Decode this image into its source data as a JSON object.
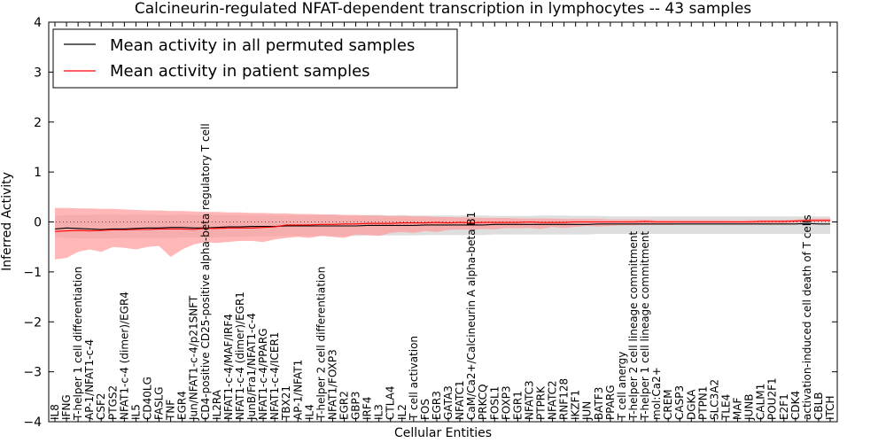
{
  "chart_data": {
    "type": "line",
    "title": "Calcineurin-regulated NFAT-dependent transcription in lymphocytes -- 43 samples",
    "xlabel": "Cellular Entities",
    "ylabel": "Inferred Activity",
    "ylim": [
      -4,
      4
    ],
    "yticks": [
      "4",
      "3",
      "2",
      "1",
      "0",
      "−1",
      "−2",
      "−3",
      "−4"
    ],
    "legend_position": "top-left",
    "grid": false,
    "categories": [
      "IL8",
      "IFNG",
      "T-helper 1 cell differentiation",
      "AP-1/NFAT1-c-4",
      "CSF2",
      "PTGS2",
      "NFAT1-c-4 (dimer)/EGR4",
      "IL5",
      "CD40LG",
      "FASLG",
      "TNF",
      "EGR4",
      "Jun/NFAT1-c-4/p21SNFT",
      "CD4-positive CD25-positive alpha-beta regulatory T cell",
      "IL2RA",
      "NFAT1-c-4/MAF/IRF4",
      "NFAT1-c-4 (dimer)/EGR1",
      "JunB/Fra1/NFAT1-c-4",
      "NFAT1-c-4/PPARG",
      "NFAT1-c-4/ICER1",
      "TBX21",
      "AP-1/NFAT1",
      "IL4",
      "T-helper 2 cell differentiation",
      "NFAT1/FOXP3",
      "EGR2",
      "GBP3",
      "IRF4",
      "IL3",
      "CTLA4",
      "IL2",
      "T cell activation",
      "FOS",
      "EGR3",
      "GATA3",
      "NFATC1",
      "CaM/Ca2+/Calcineurin A alpha-beta B1",
      "PRKCQ",
      "FOSL1",
      "FOXP3",
      "EGR1",
      "NFATC3",
      "PTPRK",
      "NFATC2",
      "RNF128",
      "IKZF1",
      "JUN",
      "BATF3",
      "PPARG",
      "T cell anergy",
      "T-helper 2 cell lineage commitment",
      "T-helper 1 cell lineage commitment",
      "mol:Ca2+",
      "CREM",
      "CASP3",
      "DGKA",
      "PTPN1",
      "SLC3A2",
      "TLE4",
      "MAF",
      "JUNB",
      "CALM1",
      "POU2F1",
      "E2F1",
      "CDK4",
      "activation-induced cell death of T cells",
      "CBLB",
      "ITCH"
    ],
    "series": [
      {
        "name": "Mean activity in all permuted samples",
        "color": "#000000",
        "values": [
          -0.14,
          -0.12,
          -0.13,
          -0.14,
          -0.15,
          -0.14,
          -0.14,
          -0.13,
          -0.12,
          -0.12,
          -0.11,
          -0.11,
          -0.12,
          -0.12,
          -0.11,
          -0.1,
          -0.1,
          -0.09,
          -0.09,
          -0.09,
          -0.08,
          -0.08,
          -0.08,
          -0.08,
          -0.08,
          -0.08,
          -0.08,
          -0.07,
          -0.07,
          -0.07,
          -0.07,
          -0.07,
          -0.06,
          -0.06,
          -0.06,
          -0.06,
          -0.06,
          -0.06,
          -0.05,
          -0.05,
          -0.05,
          -0.05,
          -0.05,
          -0.05,
          -0.05,
          -0.05,
          -0.05,
          -0.04,
          -0.04,
          -0.04,
          -0.04,
          -0.04,
          -0.04,
          -0.04,
          -0.04,
          -0.04,
          -0.04,
          -0.04,
          -0.04,
          -0.04,
          -0.04,
          -0.04,
          -0.04,
          -0.04,
          -0.04,
          -0.03,
          -0.04,
          -0.04
        ],
        "band_upper": [
          0.12,
          0.14,
          0.14,
          0.14,
          0.15,
          0.15,
          0.14,
          0.15,
          0.15,
          0.14,
          0.14,
          0.15,
          0.14,
          0.14,
          0.14,
          0.14,
          0.14,
          0.14,
          0.14,
          0.14,
          0.13,
          0.14,
          0.13,
          0.14,
          0.14,
          0.13,
          0.13,
          0.14,
          0.14,
          0.13,
          0.14,
          0.13,
          0.13,
          0.13,
          0.13,
          0.13,
          0.13,
          0.13,
          0.12,
          0.12,
          0.12,
          0.12,
          0.13,
          0.13,
          0.13,
          0.12,
          0.12,
          0.12,
          0.11,
          0.11,
          0.11,
          0.11,
          0.11,
          0.11,
          0.11,
          0.11,
          0.11,
          0.11,
          0.11,
          0.11,
          0.11,
          0.11,
          0.11,
          0.11,
          0.11,
          0.11,
          0.11,
          0.11
        ],
        "band_lower": [
          -0.3,
          -0.32,
          -0.33,
          -0.33,
          -0.33,
          -0.33,
          -0.32,
          -0.32,
          -0.32,
          -0.32,
          -0.32,
          -0.31,
          -0.31,
          -0.31,
          -0.31,
          -0.3,
          -0.3,
          -0.3,
          -0.29,
          -0.29,
          -0.28,
          -0.28,
          -0.28,
          -0.28,
          -0.28,
          -0.28,
          -0.28,
          -0.27,
          -0.27,
          -0.27,
          -0.27,
          -0.27,
          -0.26,
          -0.26,
          -0.26,
          -0.26,
          -0.26,
          -0.26,
          -0.25,
          -0.25,
          -0.25,
          -0.25,
          -0.25,
          -0.25,
          -0.25,
          -0.25,
          -0.25,
          -0.24,
          -0.24,
          -0.24,
          -0.24,
          -0.24,
          -0.24,
          -0.24,
          -0.24,
          -0.24,
          -0.24,
          -0.24,
          -0.24,
          -0.24,
          -0.24,
          -0.24,
          -0.24,
          -0.24,
          -0.24,
          -0.24,
          -0.24,
          -0.24
        ]
      },
      {
        "name": "Mean activity in patient samples",
        "color": "#ff0000",
        "values": [
          -0.19,
          -0.18,
          -0.17,
          -0.18,
          -0.17,
          -0.16,
          -0.16,
          -0.15,
          -0.15,
          -0.14,
          -0.14,
          -0.14,
          -0.15,
          -0.13,
          -0.13,
          -0.12,
          -0.12,
          -0.12,
          -0.11,
          -0.1,
          -0.06,
          -0.06,
          -0.06,
          -0.05,
          -0.05,
          -0.04,
          -0.04,
          -0.03,
          -0.03,
          -0.03,
          -0.02,
          -0.02,
          -0.02,
          -0.01,
          -0.02,
          -0.01,
          -0.02,
          -0.01,
          -0.01,
          -0.01,
          -0.01,
          0,
          -0.01,
          -0.01,
          -0.01,
          0,
          0,
          0,
          0,
          0,
          0,
          0.01,
          0,
          0,
          0,
          0,
          0,
          0,
          0,
          0,
          0,
          0.01,
          0.01,
          0.01,
          0.02,
          0.03,
          0.03,
          0.03
        ],
        "band_upper": [
          0.28,
          0.28,
          0.27,
          0.27,
          0.26,
          0.26,
          0.25,
          0.24,
          0.23,
          0.23,
          0.22,
          0.22,
          0.21,
          0.2,
          0.2,
          0.19,
          0.19,
          0.18,
          0.18,
          0.17,
          0.17,
          0.16,
          0.16,
          0.15,
          0.15,
          0.14,
          0.14,
          0.13,
          0.13,
          0.12,
          0.12,
          0.11,
          0.11,
          0.1,
          0.1,
          0.09,
          0.09,
          0.08,
          0.08,
          0.08,
          0.07,
          0.07,
          0.07,
          0.07,
          0.06,
          0.06,
          0.06,
          0.06,
          0.05,
          0.05,
          0.05,
          0.05,
          0.04,
          0.04,
          0.04,
          0.04,
          0.04,
          0.04,
          0.04,
          0.03,
          0.04,
          0.04,
          0.04,
          0.04,
          0.05,
          0.06,
          0.07,
          0.07
        ],
        "band_lower": [
          -0.75,
          -0.72,
          -0.6,
          -0.55,
          -0.6,
          -0.5,
          -0.52,
          -0.55,
          -0.5,
          -0.48,
          -0.7,
          -0.55,
          -0.45,
          -0.4,
          -0.42,
          -0.4,
          -0.38,
          -0.38,
          -0.4,
          -0.35,
          -0.32,
          -0.3,
          -0.32,
          -0.28,
          -0.3,
          -0.32,
          -0.25,
          -0.26,
          -0.28,
          -0.22,
          -0.2,
          -0.22,
          -0.18,
          -0.2,
          -0.16,
          -0.15,
          -0.16,
          -0.14,
          -0.15,
          -0.12,
          -0.13,
          -0.12,
          -0.14,
          -0.1,
          -0.12,
          -0.1,
          -0.08,
          -0.09,
          -0.08,
          -0.07,
          -0.07,
          -0.06,
          -0.06,
          -0.06,
          -0.05,
          -0.05,
          -0.05,
          -0.05,
          -0.04,
          -0.04,
          -0.04,
          -0.04,
          -0.03,
          -0.03,
          -0.02,
          -0.01,
          0,
          0
        ]
      }
    ]
  },
  "style": {
    "permuted_band_color": "#c8c8c8",
    "patient_band_color": "#ff9999",
    "zero_line_color": "#555555"
  }
}
